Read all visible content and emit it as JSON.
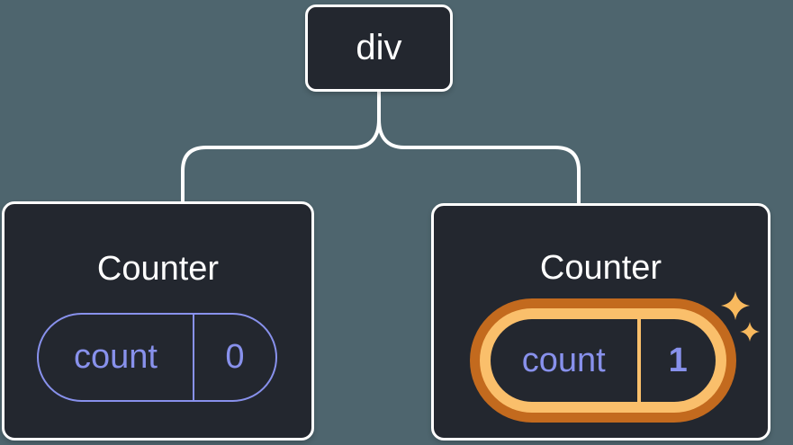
{
  "colors": {
    "background": "#4e656e",
    "card": "#23272f",
    "white": "#ffffff",
    "lavender": "#8891ec",
    "ring_outer": "#c36a1e",
    "ring_inner": "#fabf6b",
    "sparkle": "#f8b95e"
  },
  "icons": {
    "sparkles": "two four-pointed sparkle stars"
  },
  "tree": {
    "root": {
      "label": "div"
    },
    "children": [
      {
        "title": "Counter",
        "state": {
          "key": "count",
          "value": "0"
        },
        "highlighted": false
      },
      {
        "title": "Counter",
        "state": {
          "key": "count",
          "value": "1"
        },
        "highlighted": true
      }
    ]
  }
}
